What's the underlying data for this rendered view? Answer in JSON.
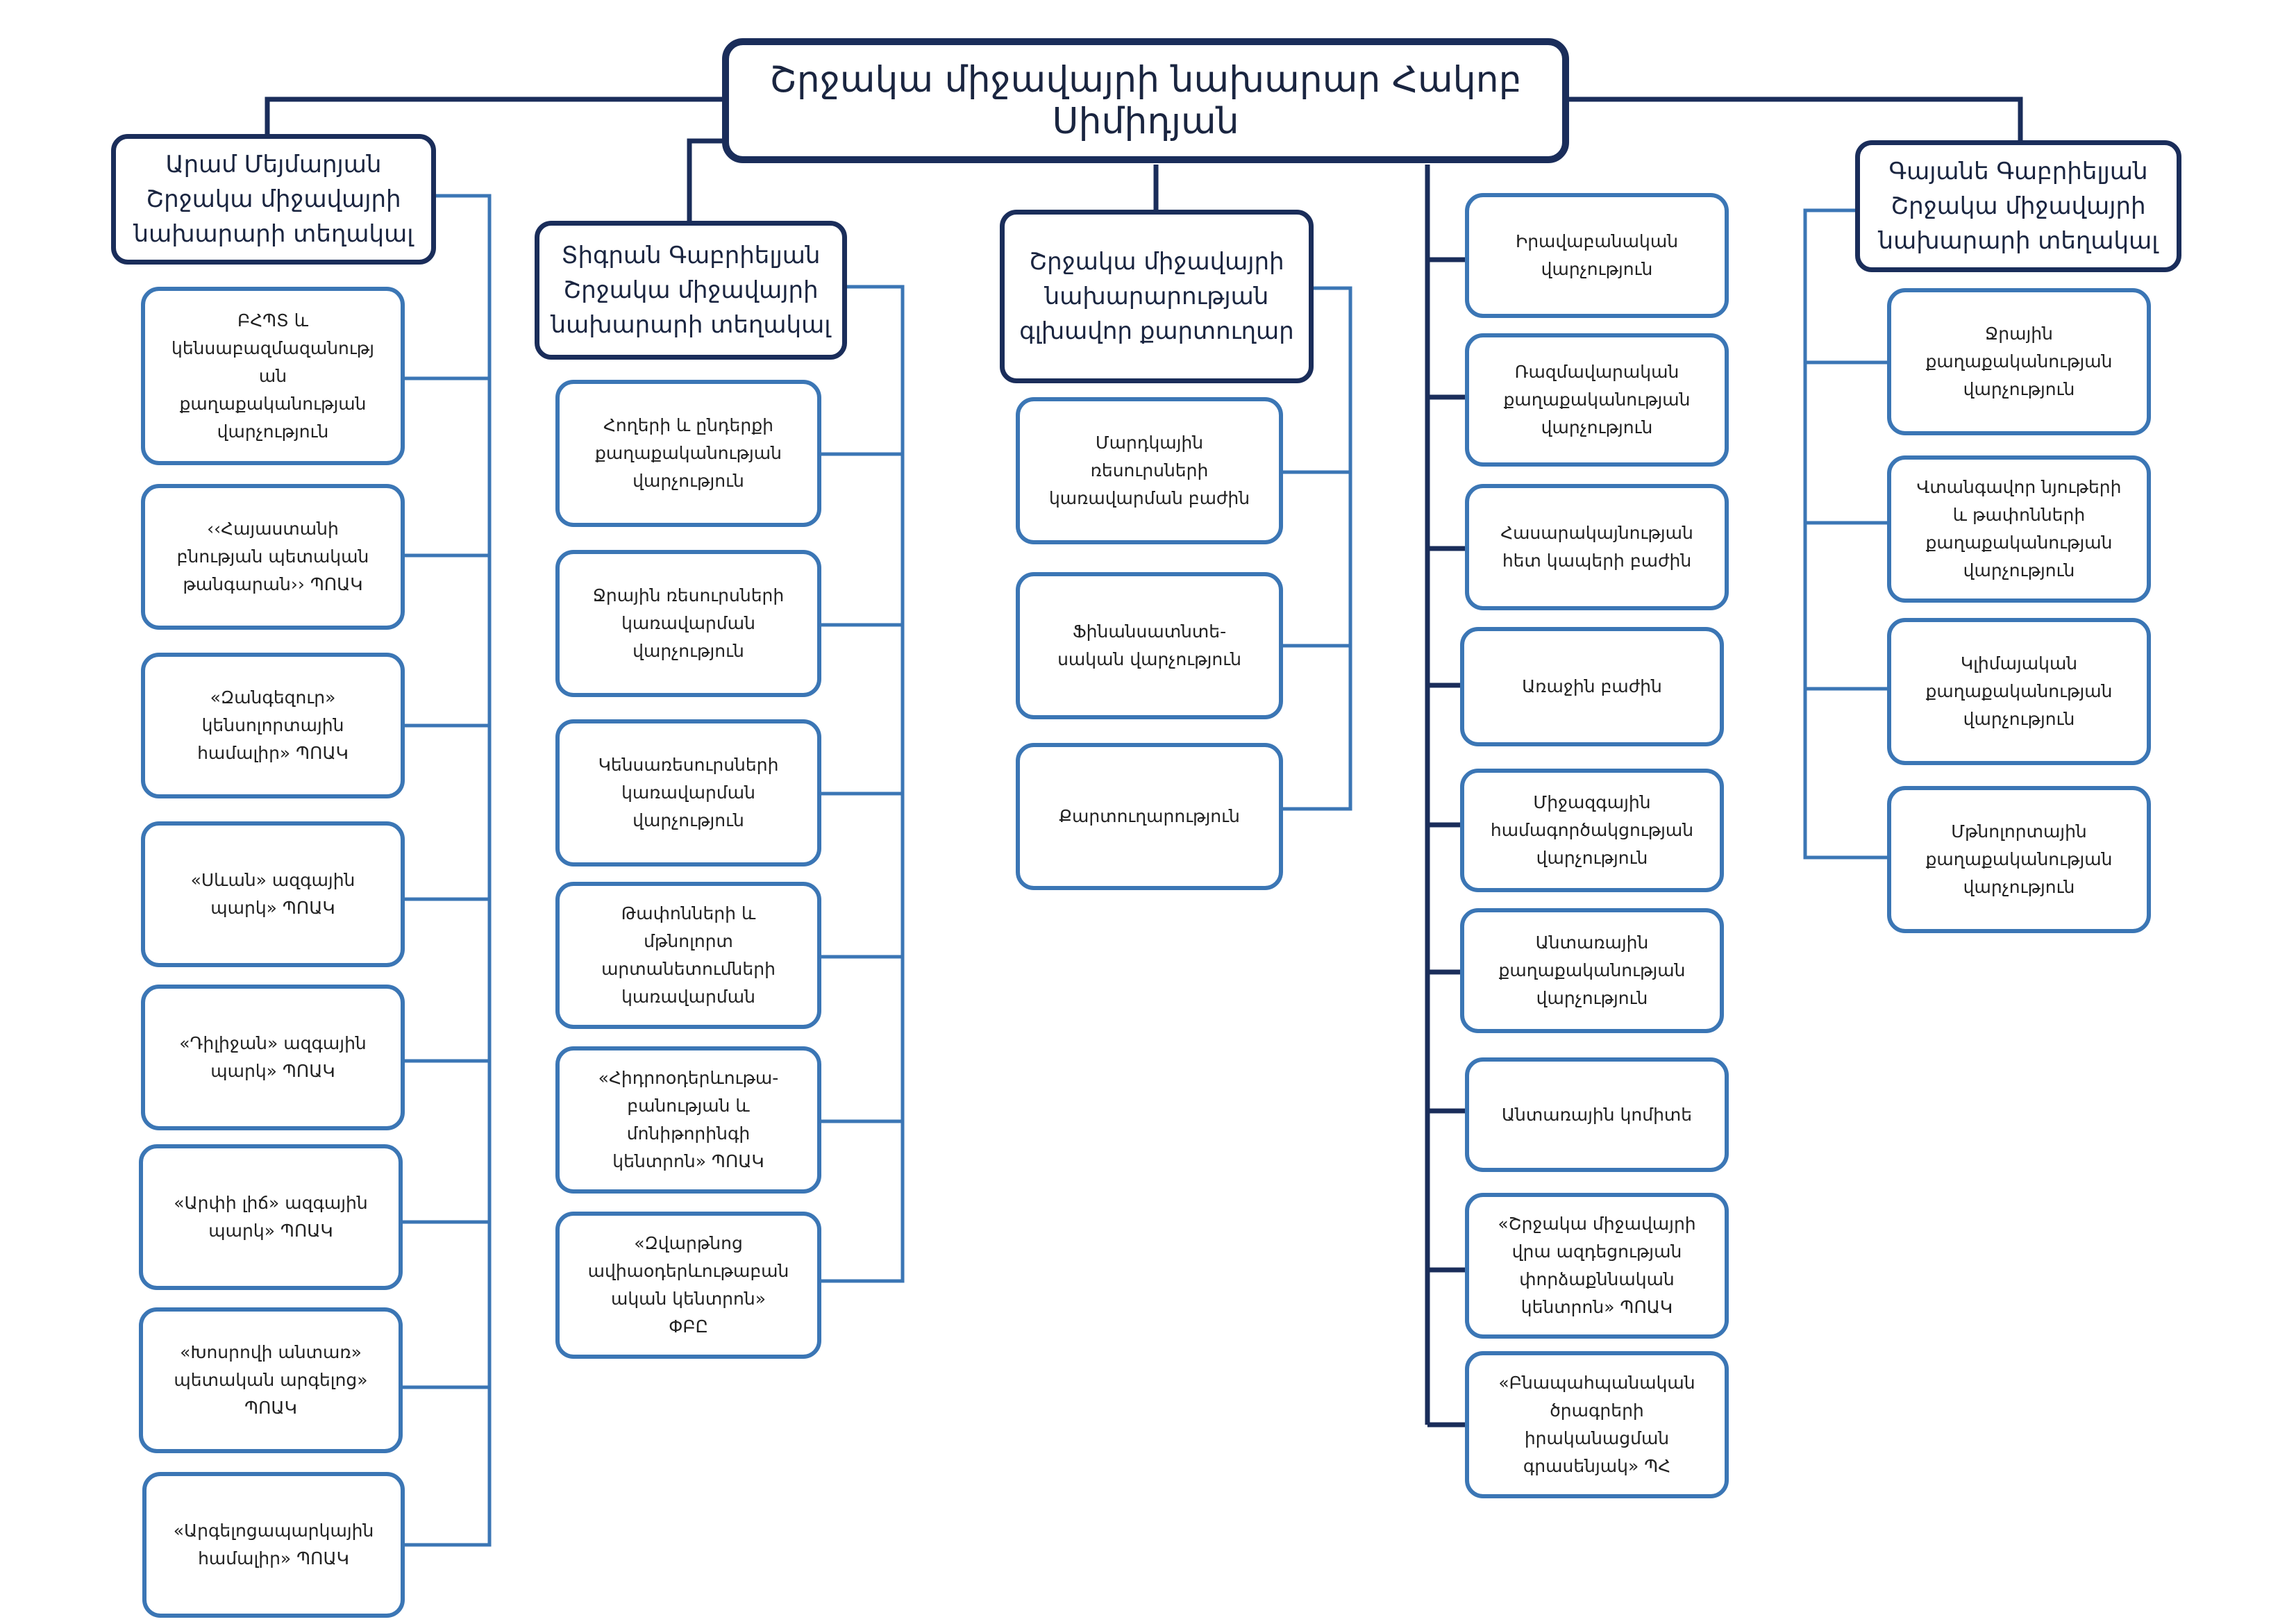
{
  "colors": {
    "head_border": "#1a2d5a",
    "unit_border": "#3b76b5",
    "connector_dark": "#1a2d5a",
    "connector_light": "#3b76b5"
  },
  "minister": "Շրջակա միջավայրի նախարար Հակոբ Սիմիդյան",
  "deputy_left": {
    "title": "Արամ Մեյմարյան\nՇրջակա միջավայրի\nնախարարի տեղակալ",
    "units": [
      "ԲՀՊՏ և\nկենսաբազմազանությ\nան\nքաղաքականության\nվարչություն",
      "‹‹Հայաստանի\nբնության պետական\nթանգարան›› ՊՈԱԿ",
      "«Զանգեզուր»\nկենսոլորտային\nհամալիր» ՊՈԱԿ",
      "«Սևան» ազգային\nպարկ» ՊՈԱԿ",
      "«Դիլիջան» ազգային\nպարկ» ՊՈԱԿ",
      "«Արփի լիճ» ազգային\nպարկ» ՊՈԱԿ",
      "«Խոսրովի անտառ»\nպետական արգելոց»\nՊՈԱԿ",
      "«Արգելոցապարկային\nհամալիր» ՊՈԱԿ"
    ]
  },
  "deputy_second": {
    "title": "Տիգրան Գաբրիելյան\nՇրջակա միջավայրի\nնախարարի տեղակալ",
    "units": [
      "Հողերի և ընդերքի\nքաղաքականության\nվարչություն",
      "Ջրային ռեսուրսների\nկառավարման\nվարչություն",
      "Կենսառեսուրսների\nկառավարման\nվարչություն",
      "Թափոնների և\nմթնոլորտ\nարտանետումների\nկառավարման",
      "«Հիդրոօդերևութա-\nբանության և\nմոնիթորինգի\nկենտրոն» ՊՈԱԿ",
      "«Զվարթնոց\nավիաօդերևութաբան\nական կենտրոն»\nՓԲԸ"
    ]
  },
  "secretary": {
    "title": "Շրջակա միջավայրի\nնախարարության\nգլխավոր քարտուղար",
    "units": [
      "Մարդկային\nռեսուրսների\nկառավարման բաժին",
      "Ֆինանսատնտե-\nսական վարչություն",
      "Քարտուղարություն"
    ]
  },
  "direct_units": [
    "Իրավաբանական\nվարչություն",
    "Ռազմավարական\nքաղաքականության\nվարչություն",
    "Հասարակայնության\nհետ կապերի բաժին",
    "Առաջին բաժին",
    "Միջազգային\nհամագործակցության\nվարչություն",
    "Անտառային\nքաղաքականության\nվարչություն",
    "Անտառային կոմիտե",
    "«Շրջակա միջավայրի\nվրա ազդեցության\nփորձաքննական\nկենտրոն» ՊՈԱԿ",
    "«Բնապահպանական\nծրագրերի\nիրականացման\n      գրասենյակ» ՊՀ"
  ],
  "deputy_right": {
    "title": "Գայանե Գաբրիելյան\nՇրջակա միջավայրի\nնախարարի տեղակալ",
    "units": [
      "Ջրային\nքաղաքականության\nվարչություն",
      "Վտանգավոր նյութերի\nև թափոնների\nքաղաքականության\nվարչություն",
      "Կլիմայական\nքաղաքականության\nվարչություն",
      "Մթնոլորտային\nքաղաքականության\nվարչություն"
    ]
  }
}
